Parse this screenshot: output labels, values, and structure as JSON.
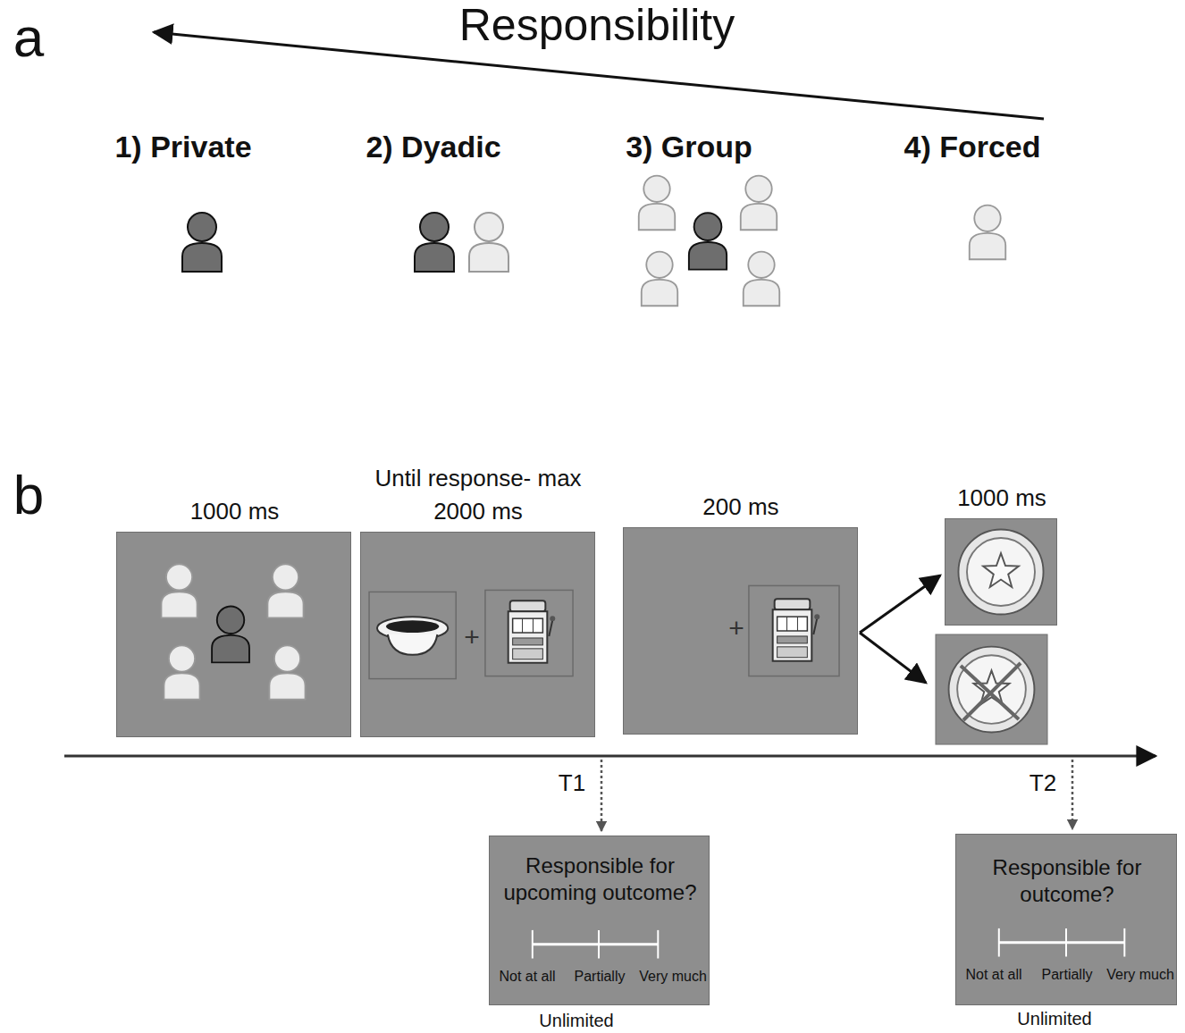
{
  "diagram": {
    "nodes": [
      {
        "text": [
          "1000 ms"
        ]
      },
      {
        "text": [
          "Until response- max 2000 ms",
          "+"
        ]
      },
      {
        "text": [
          "200 ms",
          "+"
        ]
      },
      {
        "text": [
          "1000 ms"
        ]
      },
      {
        "text": [
          "Responsible for upcoming outcome?",
          "Not at all",
          "Partially",
          "Very much"
        ]
      },
      {
        "text": [
          "Responsible for outcome?",
          "Not at all",
          "Partially",
          "Very much"
        ]
      }
    ],
    "labels": [
      "a",
      "Responsibility",
      "1) Private",
      "2) Dyadic",
      "3) Group",
      "4) Forced",
      "b",
      "T1",
      "T2",
      "Unlimited",
      "Unlimited"
    ]
  }
}
